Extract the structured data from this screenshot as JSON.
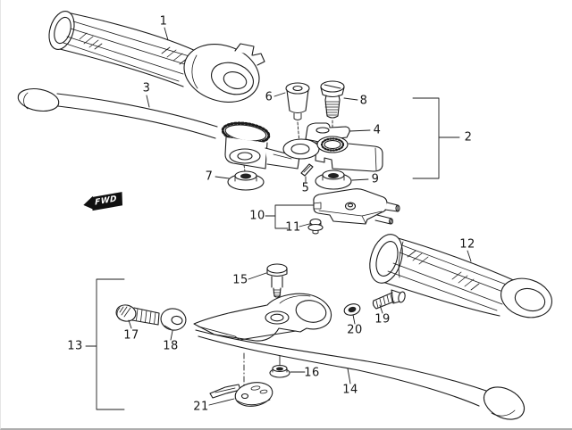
{
  "diagram": {
    "fwd_marker": "FWD",
    "callouts": [
      "1",
      "2",
      "3",
      "4",
      "5",
      "6",
      "7",
      "8",
      "9",
      "10",
      "11",
      "12",
      "13",
      "14",
      "15",
      "16",
      "17",
      "18",
      "19",
      "20",
      "21"
    ]
  }
}
